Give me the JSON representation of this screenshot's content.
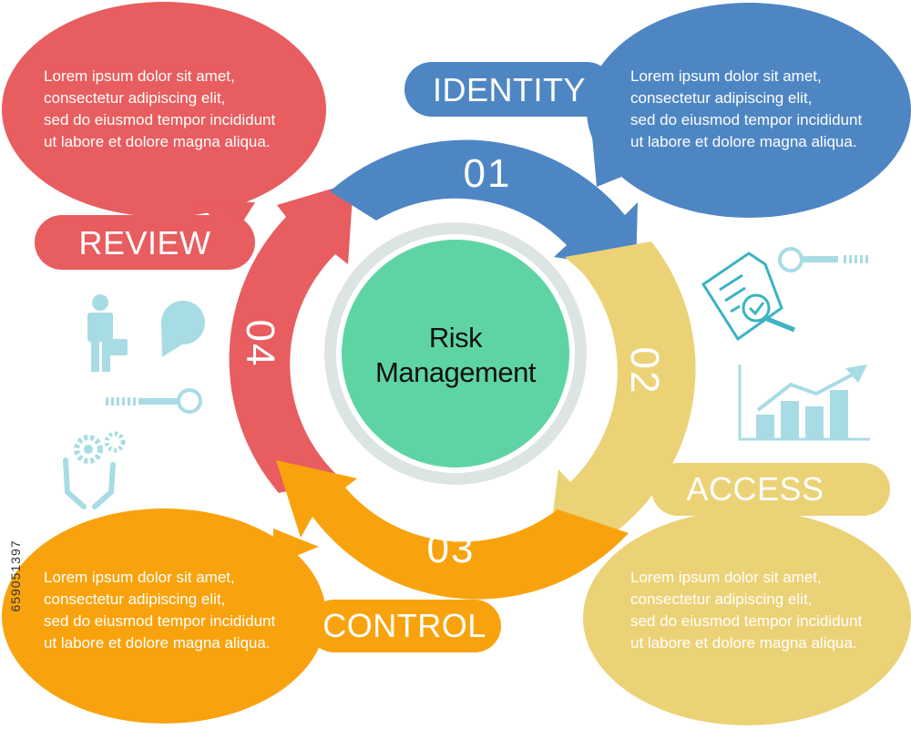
{
  "center": {
    "line1": "Risk",
    "line2": "Management"
  },
  "steps": [
    {
      "number": "01",
      "label": "IDENTITY",
      "color": "#4e86c4",
      "text": [
        "Lorem ipsum dolor sit amet,",
        "consectetur adipiscing elit,",
        "sed do eiusmod tempor incididunt",
        "ut labore et dolore magna aliqua."
      ]
    },
    {
      "number": "02",
      "label": "ACCESS",
      "color": "#ecd276",
      "text": [
        "Lorem ipsum dolor sit amet,",
        "consectetur adipiscing elit,",
        "sed do eiusmod tempor incididunt",
        "ut labore et dolore magna aliqua."
      ]
    },
    {
      "number": "03",
      "label": "CONTROL",
      "color": "#f8a30e",
      "text": [
        "Lorem ipsum dolor sit amet,",
        "consectetur adipiscing elit,",
        "sed do eiusmod tempor incididunt",
        "ut labore et dolore magna aliqua."
      ]
    },
    {
      "number": "04",
      "label": "REVIEW",
      "color": "#e85d5f",
      "text": [
        "Lorem ipsum dolor sit amet,",
        "consectetur adipiscing elit,",
        "sed do eiusmod tempor incididunt",
        "ut labore et dolore magna aliqua."
      ]
    }
  ],
  "colors": {
    "center_fill": "#5ed4a4",
    "center_ring": "#dde5e4",
    "icon": "#a8dce4"
  },
  "icons": [
    "businessman-icon",
    "location-pin-icon",
    "key-icon",
    "gears-hands-icon",
    "document-check-icon",
    "bar-chart-growth-icon"
  ],
  "stock_id": "659051397"
}
